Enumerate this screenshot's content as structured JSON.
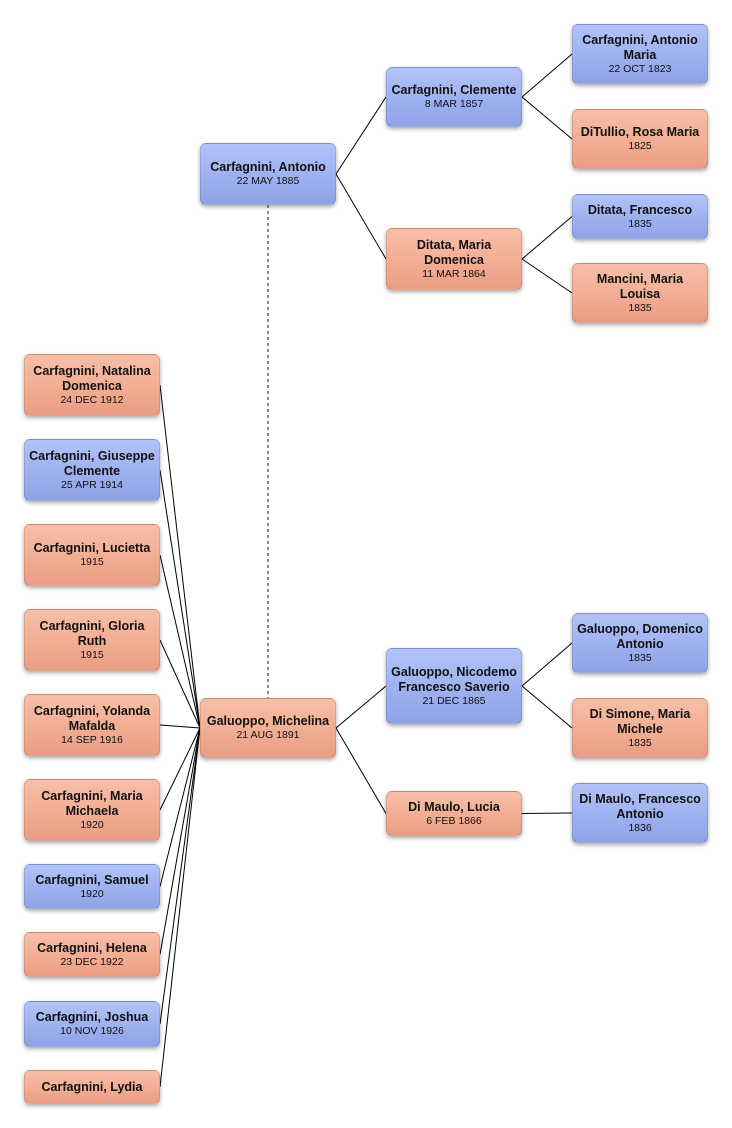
{
  "people": [
    {
      "id": "antonio",
      "name": "Carfagnini, Antonio",
      "date": "22 MAY 1885",
      "gender": "male"
    },
    {
      "id": "clemente",
      "name": "Carfagnini, Clemente",
      "date": "8 MAR 1857",
      "gender": "male"
    },
    {
      "id": "maria_domenica",
      "name": "Ditata, Maria Domenica",
      "date": "11 MAR 1864",
      "gender": "female"
    },
    {
      "id": "antonio_maria",
      "name": "Carfagnini, Antonio Maria",
      "date": "22 OCT 1823",
      "gender": "male"
    },
    {
      "id": "rosa_maria",
      "name": "DiTullio, Rosa Maria",
      "date": "1825",
      "gender": "female"
    },
    {
      "id": "francesco_ditata",
      "name": "Ditata, Francesco",
      "date": "1835",
      "gender": "male"
    },
    {
      "id": "maria_louisa",
      "name": "Mancini, Maria Louisa",
      "date": "1835",
      "gender": "female"
    },
    {
      "id": "michelina",
      "name": "Galuoppo, Michelina",
      "date": "21 AUG 1891",
      "gender": "female"
    },
    {
      "id": "nicodemo",
      "name": "Galuoppo, Nicodemo Francesco Saverio",
      "date": "21 DEC 1865",
      "gender": "male"
    },
    {
      "id": "lucia",
      "name": "Di Maulo, Lucia",
      "date": "6 FEB 1866",
      "gender": "female"
    },
    {
      "id": "domenico",
      "name": "Galuoppo, Domenico Antonio",
      "date": "1835",
      "gender": "male"
    },
    {
      "id": "maria_michele",
      "name": "Di Simone, Maria Michele",
      "date": "1835",
      "gender": "female"
    },
    {
      "id": "francesco_dimaulo",
      "name": "Di Maulo, Francesco Antonio",
      "date": "1836",
      "gender": "male"
    },
    {
      "id": "natalina",
      "name": "Carfagnini, Natalina Domenica",
      "date": "24 DEC 1912",
      "gender": "female"
    },
    {
      "id": "giuseppe",
      "name": "Carfagnini, Giuseppe Clemente",
      "date": "25 APR 1914",
      "gender": "male"
    },
    {
      "id": "lucietta",
      "name": "Carfagnini, Lucietta",
      "date": "1915",
      "gender": "female"
    },
    {
      "id": "gloria",
      "name": "Carfagnini, Gloria Ruth",
      "date": "1915",
      "gender": "female"
    },
    {
      "id": "yolanda",
      "name": "Carfagnini, Yolanda Mafalda",
      "date": "14 SEP 1916",
      "gender": "female"
    },
    {
      "id": "maria_michaela",
      "name": "Carfagnini, Maria Michaela",
      "date": "1920",
      "gender": "female"
    },
    {
      "id": "samuel",
      "name": "Carfagnini, Samuel",
      "date": "1920",
      "gender": "male"
    },
    {
      "id": "helena",
      "name": "Carfagnini, Helena",
      "date": "23 DEC 1922",
      "gender": "female"
    },
    {
      "id": "joshua",
      "name": "Carfagnini, Joshua",
      "date": "10 NOV 1926",
      "gender": "male"
    },
    {
      "id": "lydia",
      "name": "Carfagnini, Lydia",
      "date": "",
      "gender": "female"
    }
  ],
  "parent_links": [
    {
      "child": "antonio",
      "parent": "clemente"
    },
    {
      "child": "antonio",
      "parent": "maria_domenica"
    },
    {
      "child": "clemente",
      "parent": "antonio_maria"
    },
    {
      "child": "clemente",
      "parent": "rosa_maria"
    },
    {
      "child": "maria_domenica",
      "parent": "francesco_ditata"
    },
    {
      "child": "maria_domenica",
      "parent": "maria_louisa"
    },
    {
      "child": "michelina",
      "parent": "nicodemo"
    },
    {
      "child": "michelina",
      "parent": "lucia"
    },
    {
      "child": "nicodemo",
      "parent": "domenico"
    },
    {
      "child": "nicodemo",
      "parent": "maria_michele"
    },
    {
      "child": "lucia",
      "parent": "francesco_dimaulo"
    }
  ],
  "children_of": "michelina",
  "children": [
    "natalina",
    "giuseppe",
    "lucietta",
    "gloria",
    "yolanda",
    "maria_michaela",
    "samuel",
    "helena",
    "joshua",
    "lydia"
  ],
  "marriage": {
    "a": "antonio",
    "b": "michelina"
  },
  "colors": {
    "male": "#9db1f0",
    "female": "#f2ad93",
    "line": "#000000"
  }
}
